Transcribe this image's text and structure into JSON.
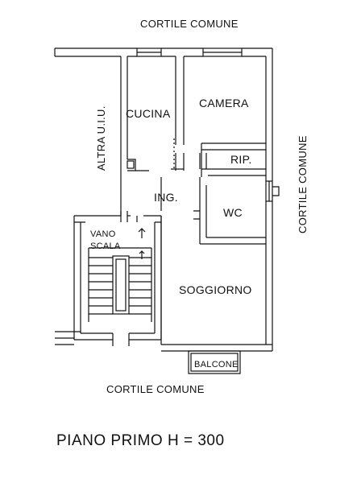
{
  "plan": {
    "courtyard_top": "CORTILE COMUNE",
    "courtyard_right": "CORTILE COMUNE",
    "courtyard_bottom": "CORTILE COMUNE",
    "other_unit": "ALTRA U.I.U.",
    "rooms": {
      "cucina": "CUCINA",
      "camera": "CAMERA",
      "rip": "RIP.",
      "ingresso": "ING.",
      "wc": "WC",
      "vano_scala_line1": "VANO",
      "vano_scala_line2": "SCALA",
      "soggiorno": "SOGGIORNO",
      "balcone": "BALCONE"
    },
    "floor_caption": "PIANO PRIMO H = 300",
    "colors": {
      "wall_fill": "#ffffff",
      "line": "#111111"
    }
  }
}
